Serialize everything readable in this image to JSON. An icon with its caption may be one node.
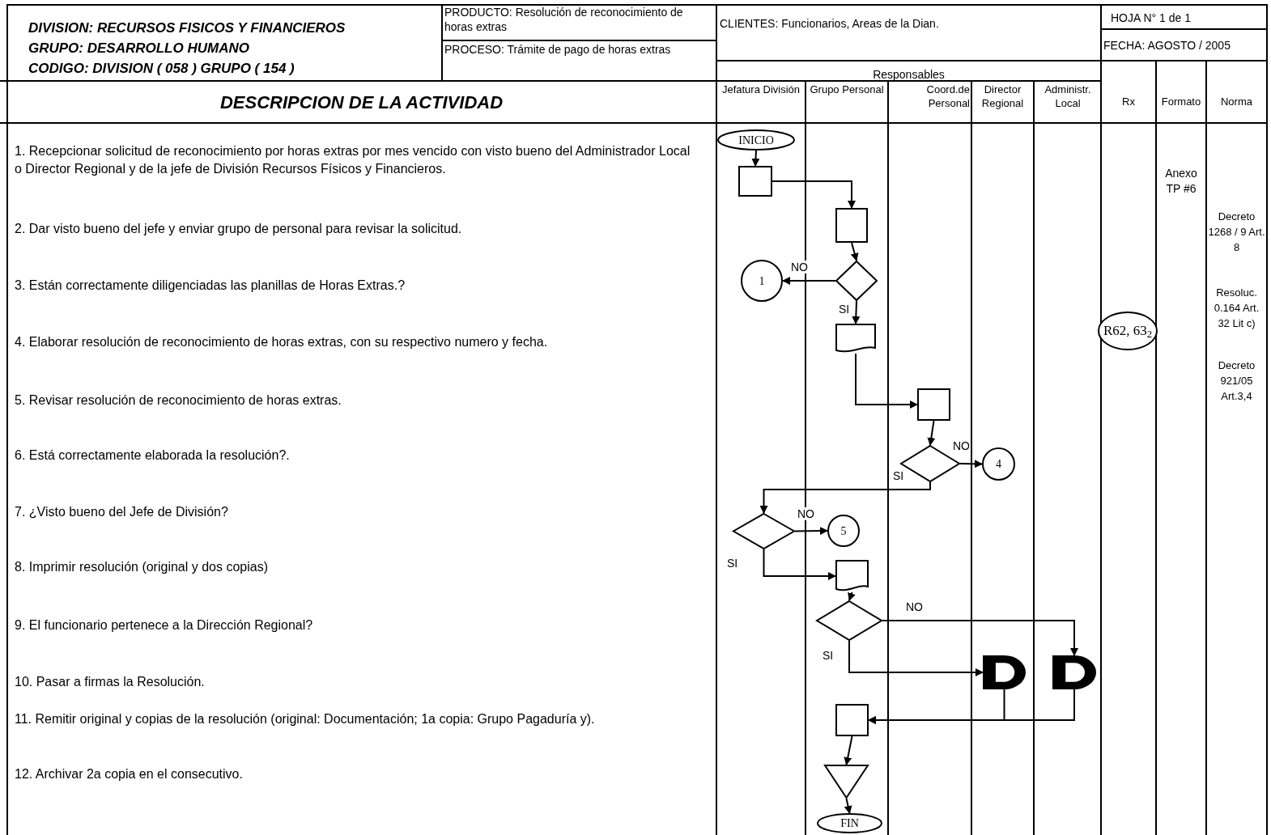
{
  "diagram": {
    "nodes": [
      {
        "text": [
          "INICIO"
        ]
      },
      {
        "text": [],
        "shape": "box"
      },
      {
        "text": [],
        "shape": "box"
      },
      {
        "text": [],
        "shape": "diamond"
      },
      {
        "text": [
          "1"
        ]
      },
      {
        "text": [],
        "shape": "document"
      },
      {
        "text": [
          "R62, 63$_{2}$"
        ]
      },
      {
        "text": [],
        "shape": "box"
      },
      {
        "text": [],
        "shape": "diamond"
      },
      {
        "text": [
          "4"
        ]
      },
      {
        "text": [],
        "shape": "diamond"
      },
      {
        "text": [
          "5"
        ]
      },
      {
        "text": [],
        "shape": "document"
      },
      {
        "text": [],
        "shape": "diamond"
      },
      {
        "text": [],
        "shape": "delay"
      },
      {
        "text": [],
        "shape": "delay"
      },
      {
        "text": [],
        "shape": "box"
      },
      {
        "text": [],
        "shape": "triangle"
      },
      {
        "text": [
          "FIN"
        ]
      }
    ],
    "edges": [
      {
        "from": 0,
        "to": 1,
        "arrow": "to"
      },
      {
        "from": 1,
        "to": 2,
        "arrow": "to"
      },
      {
        "from": 2,
        "to": 3,
        "arrow": "to"
      },
      {
        "from": 3,
        "to": 4,
        "arrow": "to",
        "label": "NO"
      },
      {
        "from": 3,
        "to": 5,
        "arrow": "to",
        "label": "SI"
      },
      {
        "from": 5,
        "to": 7,
        "arrow": "to"
      },
      {
        "from": 7,
        "to": 8,
        "arrow": "to"
      },
      {
        "from": 8,
        "to": 9,
        "arrow": "to",
        "label": "NO"
      },
      {
        "from": 8,
        "to": 10,
        "arrow": "to",
        "label": "SI"
      },
      {
        "from": 10,
        "to": 11,
        "arrow": "to",
        "label": "NO"
      },
      {
        "from": 10,
        "to": 12,
        "arrow": "to",
        "label": "SI"
      },
      {
        "from": 12,
        "to": 13,
        "arrow": "to"
      },
      {
        "from": 13,
        "to": 15,
        "arrow": "to",
        "label": "NO"
      },
      {
        "from": 13,
        "to": 14,
        "arrow": "to",
        "label": "SI"
      },
      {
        "from": 14,
        "to": 16,
        "arrow": "to"
      },
      {
        "from": 15,
        "to": 16,
        "arrow": "to"
      },
      {
        "from": 16,
        "to": 17,
        "arrow": "to"
      },
      {
        "from": 17,
        "to": 18,
        "arrow": "to"
      }
    ],
    "labels": [
      "DIVISION: RECURSOS FISICOS Y FINANCIEROS",
      "GRUPO: DESARROLLO HUMANO",
      "CODIGO: DIVISION ( 058 ) GRUPO ( 154 )",
      "PRODUCTO: Resolución de reconocimiento de horas extras",
      "CLIENTES: Funcionarios, Areas de la Dian.",
      "HOJA N° 1 de 1",
      "PROCESO: Trámite de pago de horas extras",
      "FECHA: AGOSTO / 2005",
      "Responsables",
      "DESCRIPCION DE LA ACTIVIDAD",
      "Jefatura División",
      "Grupo Personal",
      "Coord.de Personal",
      "Director Regional",
      "Administr. Local",
      "Rx",
      "Formato",
      "Norma",
      "1. Recepcionar solicitud de reconocimiento por horas extras por mes vencido con visto bueno del Administrador Local o Director Regional y de la jefe de División Recursos Físicos y Financieros.",
      "2. Dar visto bueno del jefe y enviar grupo de personal para revisar la solicitud.",
      "3. Están correctamente diligenciadas las planillas de Horas Extras.?",
      "4. Elaborar resolución de reconocimiento de horas extras, con su respectivo numero y fecha.",
      "5. Revisar resolución de reconocimiento de horas extras.",
      "6. Está correctamente elaborada la resolución?.",
      "7. ¿Visto bueno del Jefe de División?",
      "8. Imprimir resolución (original y dos copias)",
      "9. El funcionario pertenece a la Dirección Regional?",
      "10. Pasar a firmas la Resolución.",
      "11. Remitir original y copias de la resolución (original: Documentación; 1a copia: Grupo Pagaduría y).",
      "12. Archivar 2a copia en el consecutivo.",
      "Anexo TP #6",
      "Decreto 1268 / 9 Art. 8",
      "Resoluc. 0.164 Art. 32 Lit c)",
      "Decreto 921/05 Art.3,4"
    ]
  }
}
